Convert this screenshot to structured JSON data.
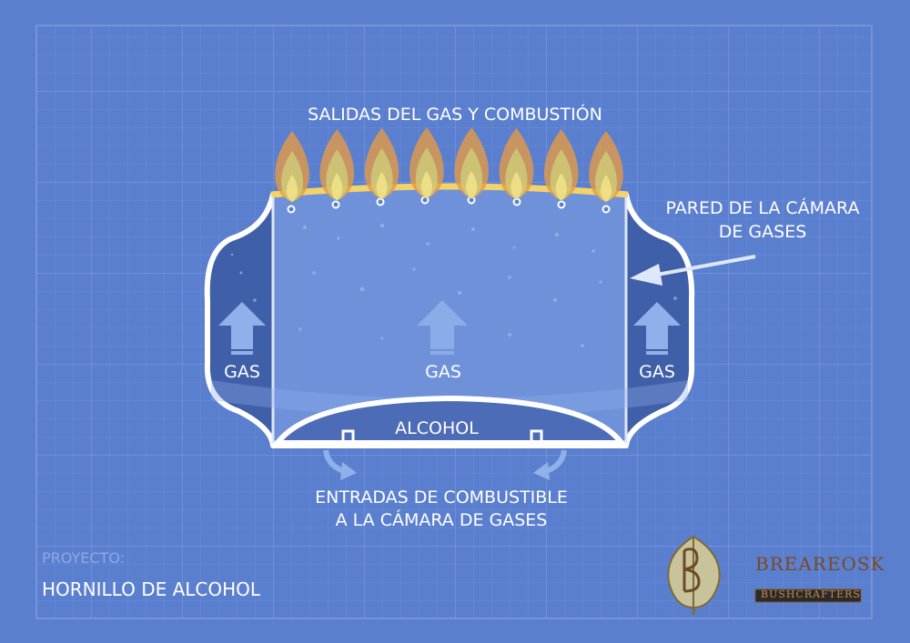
{
  "diagram": {
    "labels": {
      "top": "SALIDAS DEL GAS Y COMBUSTIÓN",
      "wall_line1": "PARED DE LA CÁMARA",
      "wall_line2": "DE GASES",
      "gas_left": "GAS",
      "gas_center": "GAS",
      "gas_right": "GAS",
      "alcohol": "ALCOHOL",
      "inlets_line1": "ENTRADAS DE COMBUSTIBLE",
      "inlets_line2": "A LA CÁMARA DE GASES"
    },
    "flames_count": 8
  },
  "project": {
    "caption": "PROYECTO:",
    "name": "HORNILLO DE ALCOHOL"
  },
  "logos": {
    "left": "birch-leaf-logo",
    "right_text": "BREAREOSK",
    "right_subtext": "BUSHCRAFTERS"
  },
  "colors": {
    "background": "#5b7fcf",
    "grid": "#6b8dd8",
    "chamber": "#6e91da",
    "outer_wall": "#3f5fa8",
    "flame": "#e8a34a",
    "white": "#ffffff"
  }
}
